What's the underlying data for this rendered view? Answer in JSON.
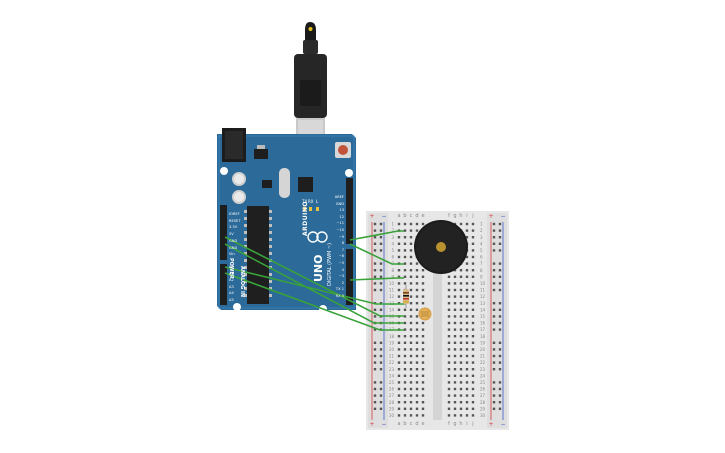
{
  "arduino": {
    "brand": "ARDUINO",
    "model": "UNO",
    "digital_header": "DIGITAL (PWM ~)",
    "power_header": "POWER",
    "analog_header": "ANALOG IN",
    "pins_digital": [
      "AREF",
      "GND",
      "13",
      "12",
      "~11",
      "~10",
      "~9",
      "8",
      "7",
      "~6",
      "~5",
      "4",
      "~3",
      "2",
      "TX 1",
      "RX 0"
    ],
    "pins_power": [
      "IOREF",
      "RESET",
      "3.3V",
      "5V",
      "GND",
      "GND",
      "Vin"
    ],
    "pins_analog": [
      "A0",
      "A1",
      "A2",
      "A3",
      "A4",
      "A5"
    ],
    "leds": [
      "TX",
      "RX",
      "L"
    ],
    "board_color": "#2b6a99"
  },
  "breadboard": {
    "columns_top": [
      "a",
      "b",
      "c",
      "d",
      "e",
      "f",
      "g",
      "h",
      "i",
      "j"
    ],
    "rows": [
      "1",
      "2",
      "3",
      "4",
      "5",
      "6",
      "7",
      "8",
      "9",
      "10",
      "11",
      "12",
      "13",
      "14",
      "15",
      "16",
      "17",
      "18",
      "19",
      "20",
      "21",
      "22",
      "23",
      "24",
      "25",
      "26",
      "27",
      "28",
      "29",
      "30"
    ],
    "rail_plus": "+",
    "rail_minus": "−"
  },
  "components": {
    "buzzer": "piezo-buzzer",
    "resistor": "resistor",
    "photoresistor": "photoresistor"
  },
  "colors": {
    "wire": "#3aa23a",
    "usb": "#222222",
    "breadboard": "#e7e7e7",
    "rail_red": "#d23b3b",
    "rail_blue": "#3b59c9"
  }
}
